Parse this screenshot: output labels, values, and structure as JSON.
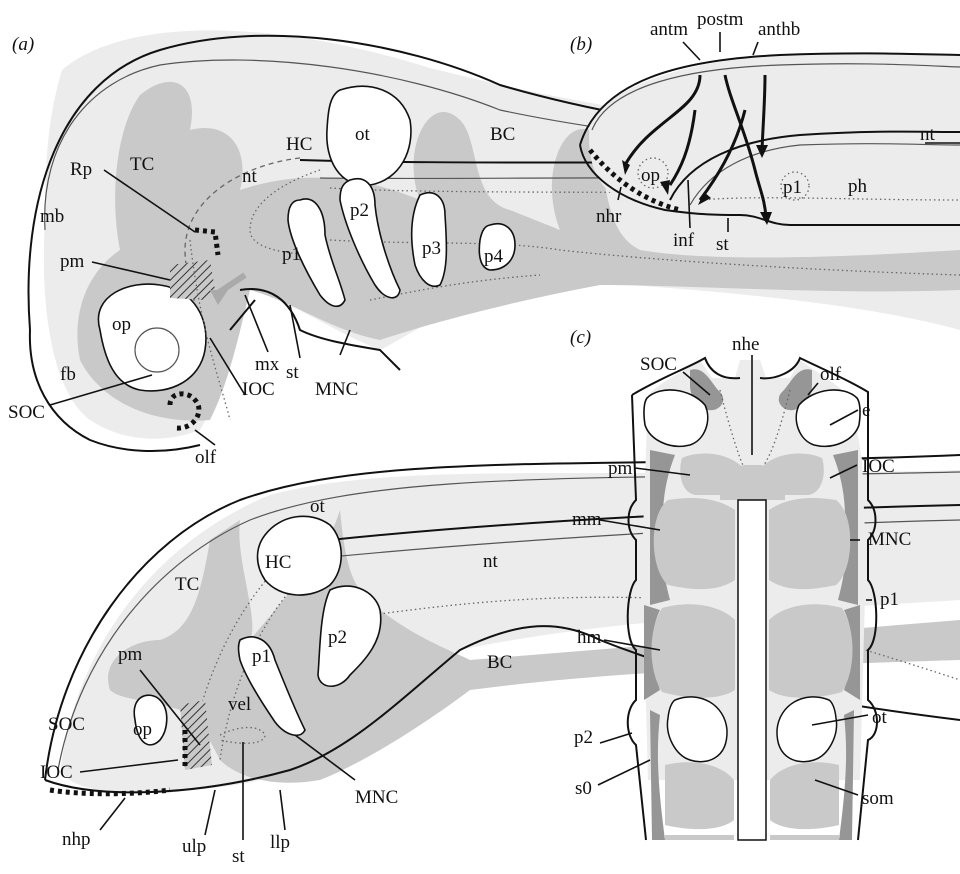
{
  "panels": {
    "a": "(a)",
    "b": "(b)",
    "c": "(c)"
  },
  "labels_a_top": {
    "HC": "HC",
    "ot": "ot",
    "BC": "BC",
    "TC": "TC",
    "Rp": "Rp",
    "nt": "nt",
    "mb": "mb",
    "p1": "p1",
    "p2": "p2",
    "p3": "p3",
    "p4": "p4",
    "pm": "pm",
    "op": "op",
    "fb": "fb",
    "mx": "mx",
    "st": "st",
    "MNC": "MNC",
    "IOC": "IOC",
    "SOC": "SOC",
    "olf": "olf"
  },
  "labels_a_bottom": {
    "ot": "ot",
    "HC": "HC",
    "TC": "TC",
    "nt": "nt",
    "pm": "pm",
    "p2": "p2",
    "p1": "p1",
    "BC": "BC",
    "SOC": "SOC",
    "op": "op",
    "vel": "vel",
    "IOC": "IOC",
    "MNC": "MNC",
    "nhp": "nhp",
    "ulp": "ulp",
    "st": "st",
    "llp": "llp"
  },
  "labels_b": {
    "antm": "antm",
    "postm": "postm",
    "anthb": "anthb",
    "nt": "nt",
    "op": "op",
    "p1": "p1",
    "ph": "ph",
    "nhr": "nhr",
    "inf": "inf",
    "st": "st"
  },
  "labels_c": {
    "nhe": "nhe",
    "SOC": "SOC",
    "olf": "olf",
    "e": "e",
    "pm": "pm",
    "IOC": "IOC",
    "mm": "mm",
    "MNC": "MNC",
    "p1": "p1",
    "hm": "hm",
    "p2": "p2",
    "ot": "ot",
    "s0": "s0",
    "som": "som"
  }
}
